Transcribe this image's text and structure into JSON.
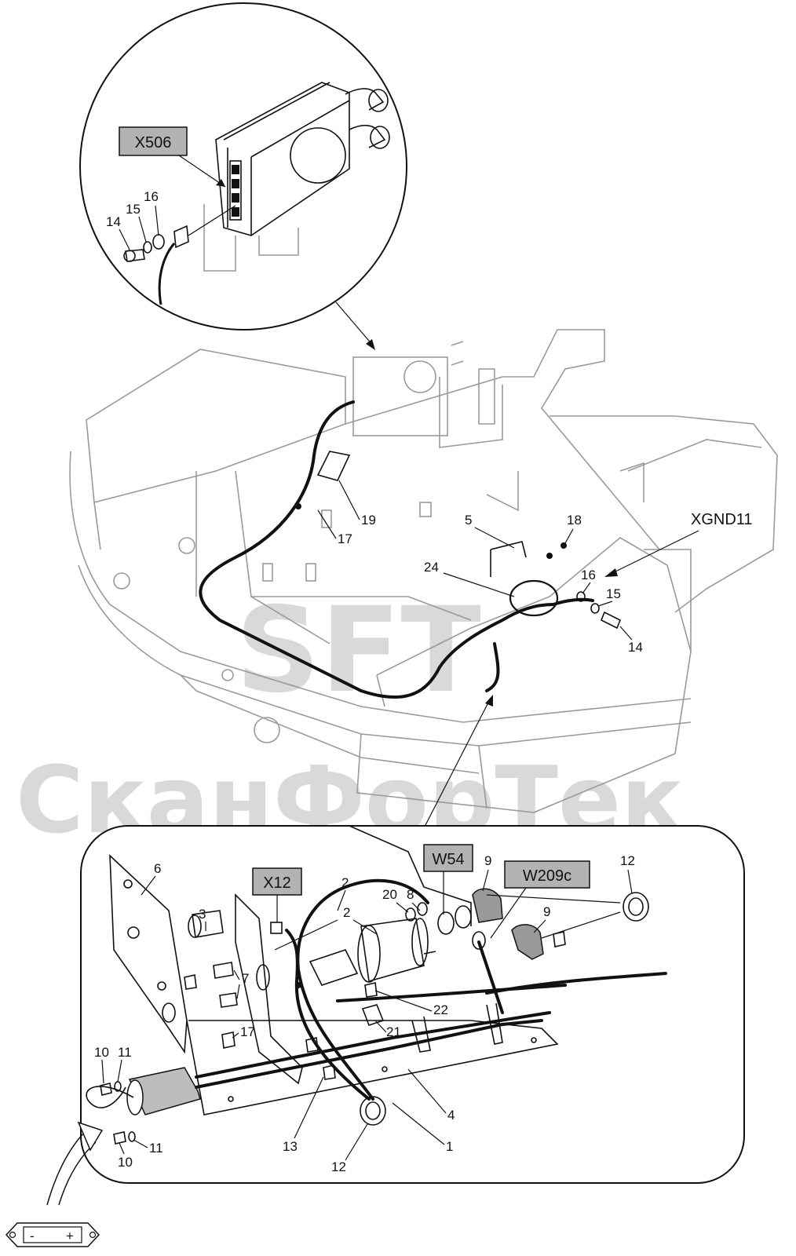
{
  "watermark": {
    "logo": "SFT",
    "text": "СканФорТек"
  },
  "tags": {
    "x506": "X506",
    "xgnd11": "XGND11",
    "w54": "W54",
    "w209c": "W209c",
    "x12": "X12"
  },
  "callouts_top": {
    "c14": "14",
    "c15": "15",
    "c16": "16"
  },
  "callouts_main": {
    "c19": "19",
    "c17": "17",
    "c5": "5",
    "c18": "18",
    "c24": "24",
    "c16": "16",
    "c15": "15",
    "c14": "14"
  },
  "callouts_bottom": {
    "c6": "6",
    "c3": "3",
    "c2a": "2",
    "c2b": "2",
    "c20": "20",
    "c8": "8",
    "c9a": "9",
    "c9b": "9",
    "c12a": "12",
    "c12b": "12",
    "c7": "7",
    "c22": "22",
    "c21": "21",
    "c17": "17",
    "c10a": "10",
    "c11a": "11",
    "c10b": "10",
    "c11b": "11",
    "c13": "13",
    "c4": "4",
    "c1": "1"
  },
  "battery": {
    "minus": "-",
    "plus": "+"
  },
  "colors": {
    "tag_fill": "#b3b3b3",
    "line": "#111111",
    "frame": "#9a9a9a",
    "watermark": "#d9d9d9"
  }
}
